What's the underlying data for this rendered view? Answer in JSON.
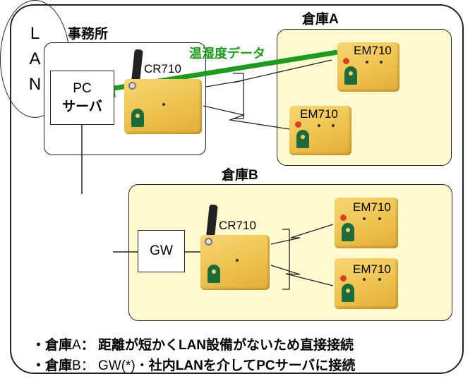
{
  "office": {
    "title": "事務所"
  },
  "warehouse_a": {
    "title": "倉庫A"
  },
  "warehouse_b": {
    "title": "倉庫B"
  },
  "pc_server": {
    "line1": "PC",
    "line2": "サーバ"
  },
  "gateway": {
    "label": "GW"
  },
  "lan": {
    "letters": [
      "L",
      "A",
      "N"
    ]
  },
  "receivers": {
    "office": "CR710",
    "warehouse_b": "CR710"
  },
  "sensors": {
    "a1": "EM710",
    "a2": "EM710",
    "b1": "EM710",
    "b2": "EM710"
  },
  "flow": {
    "label": "温湿度データ",
    "color": "#1e9b1e"
  },
  "notes": {
    "line1_prefix": "・倉庫",
    "line1_site": "A",
    "line1_rest": "： 距離が短かくLAN設備がないため直接接続",
    "line2_prefix": "・倉庫",
    "line2_site": "B",
    "line2_reg": "： GW(*)・",
    "line2_rest": "社内LANを介してPCサーバに接続"
  },
  "colors": {
    "warehouse_fill": "#fffad0",
    "device": "#eec24e",
    "arrow": "#1e9b1e"
  }
}
